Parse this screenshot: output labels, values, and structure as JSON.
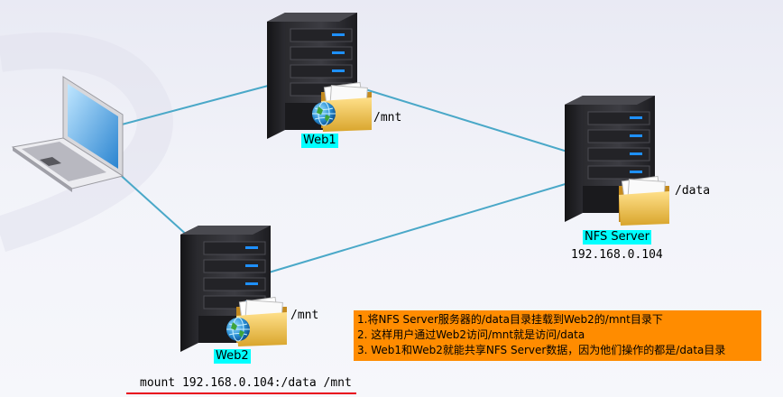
{
  "nodes": {
    "web1": {
      "label": "Web1",
      "path": "/mnt"
    },
    "web2": {
      "label": "Web2",
      "path": "/mnt"
    },
    "nfs": {
      "label": "NFS Server",
      "ip": "192.168.0.104",
      "path": "/data"
    }
  },
  "note": {
    "lines": [
      "1.将NFS Server服务器的/data目录挂载到Web2的/mnt目录下",
      "2. 这样用户通过Web2访问/mnt就是访问/data",
      "3. Web1和Web2就能共享NFS  Server数据，因为他们操作的都是/data目录"
    ]
  },
  "command": "mount 192.168.0.104:/data /mnt",
  "colors": {
    "link_line": "#4aa8c8",
    "label_highlight": "#00ffff",
    "note_background": "#ff8c00",
    "underline": "#e8001c",
    "server_led": "#1e90ff"
  }
}
